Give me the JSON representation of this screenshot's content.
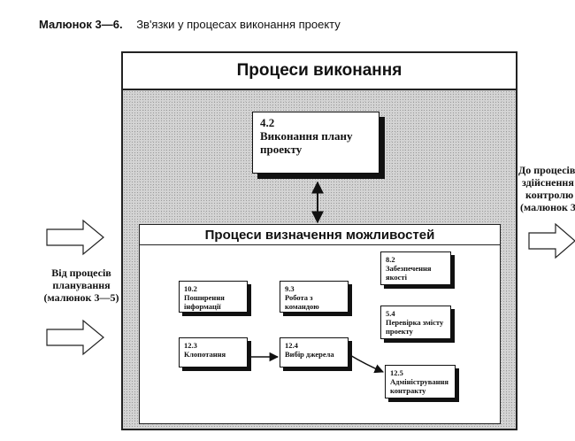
{
  "caption": {
    "figure": "Малюнок 3—6.",
    "title": "Зв'язки у процесах виконання проекту"
  },
  "outer_box": {
    "title": "Процеси виконання"
  },
  "execution_process": {
    "number": "4.2",
    "line1": "Виконання плану",
    "line2": "проекту"
  },
  "inner_box": {
    "title": "Процеси визначення можливостей"
  },
  "processes": [
    {
      "number": "10.2",
      "line1": "Поширення",
      "line2": "інформації"
    },
    {
      "number": "9.3",
      "line1": "Робота з",
      "line2": "командою"
    },
    {
      "number": "8.2",
      "line1": "Забезпечення",
      "line2": "якості"
    },
    {
      "number": "5.4",
      "line1": "Перевірка змісту",
      "line2": "проекту"
    },
    {
      "number": "12.3",
      "line1": "Клопотання",
      "line2": ""
    },
    {
      "number": "12.4",
      "line1": "Вибір джерела",
      "line2": ""
    },
    {
      "number": "12.5",
      "line1": "Адміністрування",
      "line2": "контракту"
    }
  ],
  "left_label": {
    "line1": "Від процесів",
    "line2": "планування",
    "line3": "(малюнок 3—5)"
  },
  "right_label": {
    "line1": "До процесів",
    "line2": "здійснення",
    "line3": "контролю",
    "line4": "(малюнок 3"
  }
}
